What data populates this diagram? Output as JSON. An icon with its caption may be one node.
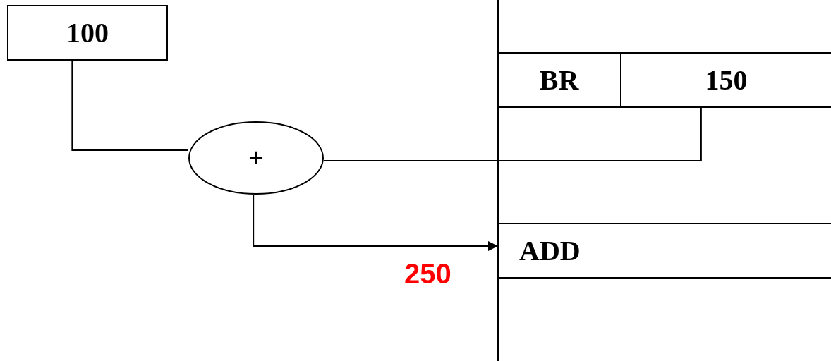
{
  "diagram": {
    "nodes": [
      {
        "text": [
          "100"
        ]
      },
      {
        "text": [
          "+"
        ]
      },
      {
        "text": [
          "BR"
        ]
      },
      {
        "text": [
          "150"
        ]
      },
      {
        "text": [
          "ADD"
        ]
      }
    ],
    "edges": [
      {
        "from": 0,
        "to": 1,
        "arrow": "none"
      },
      {
        "from": 3,
        "to": 1,
        "arrow": "none"
      },
      {
        "from": 1,
        "to": 4,
        "arrow": "to",
        "label": "250"
      }
    ]
  }
}
